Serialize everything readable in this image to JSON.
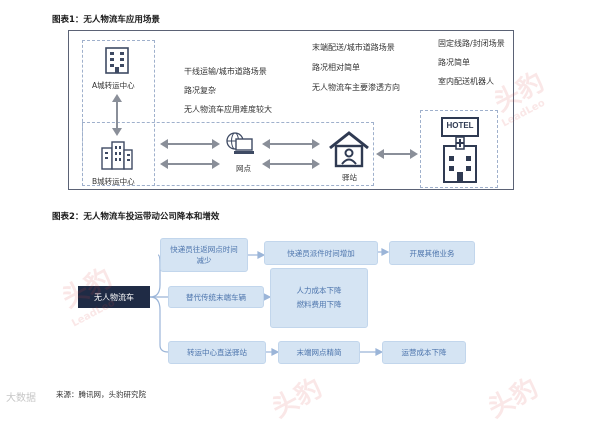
{
  "fig1": {
    "title": "图表1：无人物流车应用场景",
    "a_center": "A城转运中心",
    "b_center": "B城转运中心",
    "trunk": {
      "line1": "干线运输/城市道路场景",
      "line2": "路况复杂",
      "line3": "无人物流车应用难度较大"
    },
    "lastmile": {
      "line1": "末端配送/城市道路场景",
      "line2": "路况相对简单",
      "line3": "无人物流车主要渗透方向"
    },
    "fixed": {
      "line1": "固定线路/封闭场景",
      "line2": "路况简单",
      "line3": "室内配送机器人"
    },
    "network_point": "网点",
    "station": "驿站",
    "hotel_sign": "HOTEL"
  },
  "fig2": {
    "title": "图表2：无人物流车投运带动公司降本和增效",
    "root": "无人物流车",
    "n1": "快递员往返网点时间减少",
    "n2": "快递员派件时间增加",
    "n3": "开展其他业务",
    "n4": "替代传统末端车辆",
    "n5": "人力成本下降\n燃料费用下降",
    "n6": "转运中心直送驿站",
    "n7": "末端网点精简",
    "n8": "运营成本下降"
  },
  "source": "来源：腾讯网，头豹研究院",
  "watermark": {
    "brand": "头豹",
    "brand_en": "LeadLeo",
    "bottom_left": "大数据"
  }
}
